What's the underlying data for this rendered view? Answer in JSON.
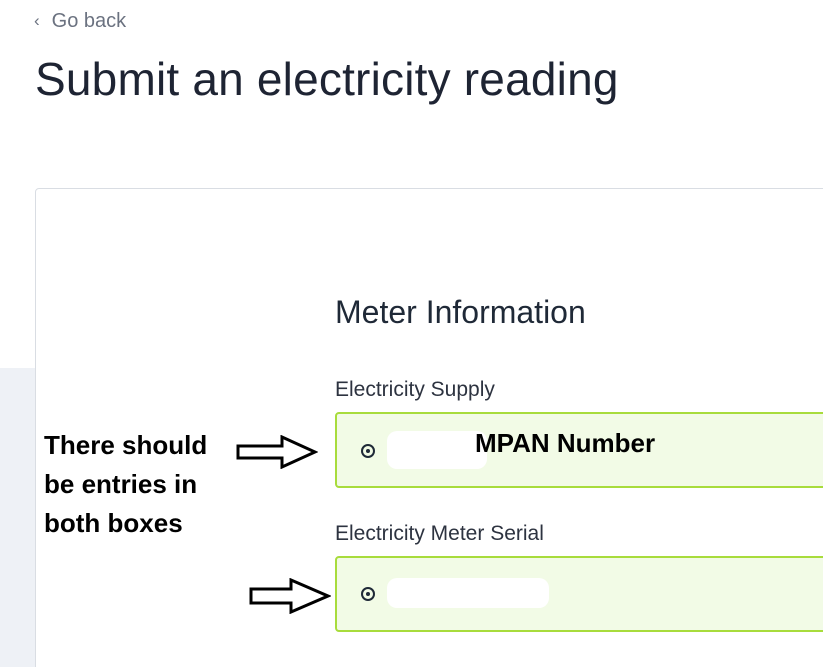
{
  "nav": {
    "back_label": "Go back",
    "back_icon": "chevron-left-icon"
  },
  "page": {
    "title": "Submit an electricity reading"
  },
  "section": {
    "title": "Meter Information"
  },
  "fields": {
    "supply": {
      "label": "Electricity Supply",
      "value_note": "MPAN Number"
    },
    "serial": {
      "label": "Electricity Meter Serial"
    }
  },
  "annotation": {
    "text_line1": "There should",
    "text_line2": "be entries in",
    "text_line3": "both boxes"
  },
  "colors": {
    "field_background": "#f2fbe6",
    "field_border": "#a8dc3c",
    "text_dark": "#1e2433",
    "text_muted": "#6b7280"
  }
}
